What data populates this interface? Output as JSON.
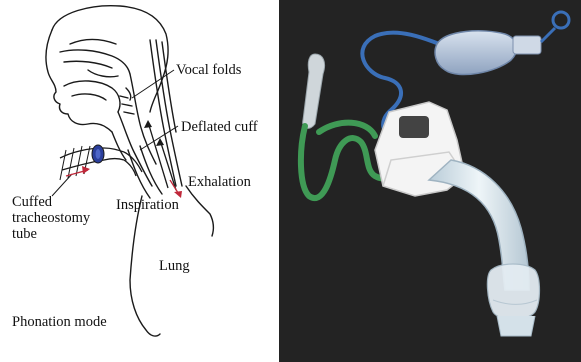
{
  "diagram": {
    "labels": {
      "vocal_folds": "Vocal folds",
      "deflated_cuff": "Deflated cuff",
      "exhalation": "Exhalation",
      "inspiration": "Inspiration",
      "tube_line1": "Cuffed",
      "tube_line2": "tracheostomy",
      "tube_line3": "tube",
      "lung": "Lung",
      "mode": "Phonation mode"
    },
    "colors": {
      "line": "#1a1a1a",
      "cuff": "#2b3f9c",
      "arrow_red": "#c0283a"
    }
  },
  "photo": {
    "background": "#232323",
    "colors": {
      "pilot_tube": "#3a6fb8",
      "pilot_balloon": "#aebfd8",
      "green_tube": "#3f9a55",
      "flange": "#f4f4f4",
      "cannula": "#d9e6ee"
    }
  }
}
